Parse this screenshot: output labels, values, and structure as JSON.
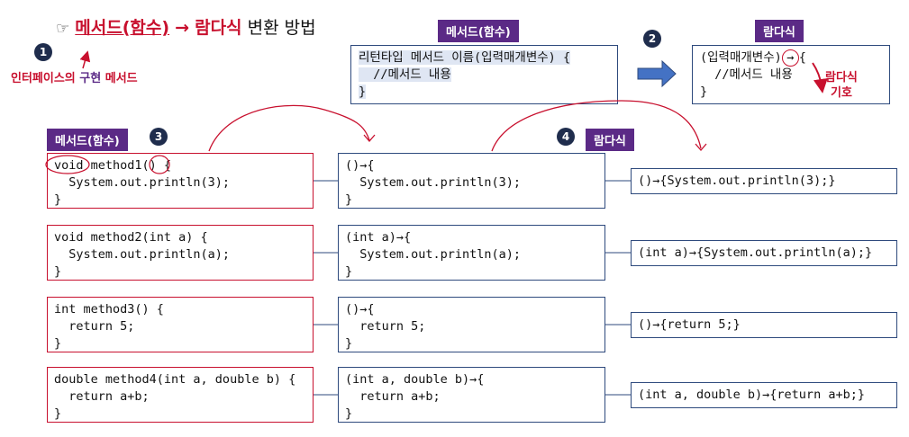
{
  "title": {
    "pointer": "☞",
    "part1": "메서드(함수)",
    "arrow": "→",
    "part2": "람다식",
    "part3": "변환 방법"
  },
  "markers": {
    "m1": "1",
    "m2": "2",
    "m3": "3",
    "m4": "4"
  },
  "note1": {
    "prefix": "인터페이스의 ",
    "highlight": "구현",
    "suffix": " 메서드"
  },
  "top": {
    "method_tag": "메서드(함수)",
    "method_line1": "리턴타입 메서드 이름(입력매개변수) {",
    "method_line2": "  //메서드 내용",
    "method_line3": "}",
    "lambda_tag": "람다식",
    "lambda_line1a": "(입력매개변수)",
    "lambda_arrow": "→",
    "lambda_line1b": "{",
    "lambda_line2": "  //메서드 내용",
    "lambda_line3": "}",
    "lambda_symbol_line1": "람다식",
    "lambda_symbol_line2": "기호"
  },
  "section_tags": {
    "method": "메서드(함수)",
    "lambda": "람다식"
  },
  "rows": [
    {
      "method": [
        "void method1() {",
        "  System.out.println(3);",
        "}"
      ],
      "lambda": [
        "()→{",
        "  System.out.println(3);",
        "}"
      ],
      "compact": "()→{System.out.println(3);}"
    },
    {
      "method": [
        "void method2(int a) {",
        "  System.out.println(a);",
        "}"
      ],
      "lambda": [
        "(int a)→{",
        "  System.out.println(a);",
        "}"
      ],
      "compact": "(int a)→{System.out.println(a);}"
    },
    {
      "method": [
        "int method3() {",
        "  return 5;",
        "}"
      ],
      "lambda": [
        "()→{",
        "  return 5;",
        "}"
      ],
      "compact": "()→{return 5;}"
    },
    {
      "method": [
        "double method4(int a, double b) {",
        "  return a+b;",
        "}"
      ],
      "lambda": [
        "(int a, double b)→{",
        "  return a+b;",
        "}"
      ],
      "compact": "(int a, double b)→{return a+b;}"
    }
  ],
  "colors": {
    "red": "#c8102e",
    "purple": "#5b2a86",
    "navy": "#1f2d4d",
    "blue_arrow": "#4472c4",
    "box_blue": "#2e4a7d"
  }
}
